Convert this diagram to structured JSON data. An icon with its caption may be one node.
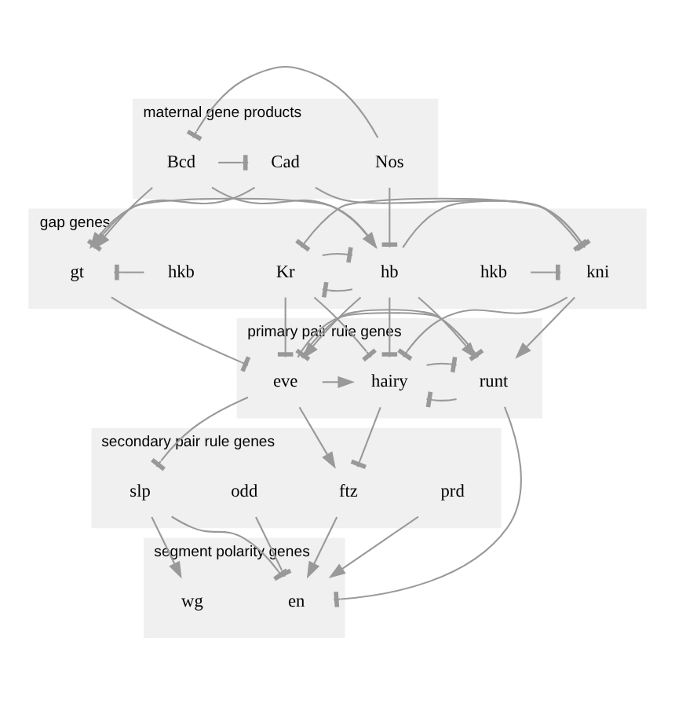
{
  "diagram": {
    "nodes": [
      {
        "text": [
          "maternal gene products"
        ]
      },
      {
        "text": [
          "Cad"
        ],
        "in": 0
      },
      {
        "text": [
          "Bcd"
        ],
        "in": 0
      },
      {
        "text": [
          "Nos"
        ],
        "in": 0
      },
      {
        "text": [
          "gap genes"
        ]
      },
      {
        "text": [
          "hkb"
        ],
        "in": 4
      },
      {
        "text": [
          "gt"
        ],
        "in": 4
      },
      {
        "text": [
          "hb"
        ],
        "in": 4
      },
      {
        "text": [
          "Kr"
        ],
        "in": 4
      },
      {
        "text": [
          "kni"
        ],
        "in": 4
      },
      {
        "text": [
          "hkb"
        ],
        "in": 4
      },
      {
        "text": [
          "primary pair rule genes"
        ]
      },
      {
        "text": [
          "eve"
        ],
        "in": 11
      },
      {
        "text": [
          "runt"
        ],
        "in": 11
      },
      {
        "text": [
          "hairy"
        ],
        "in": 11
      },
      {
        "text": [
          "secondary pair rule genes"
        ]
      },
      {
        "text": [
          "prd"
        ],
        "in": 15
      },
      {
        "text": [
          "slp"
        ],
        "in": 15
      },
      {
        "text": [
          "ftz"
        ],
        "in": 15
      },
      {
        "text": [
          "odd"
        ],
        "in": 15
      },
      {
        "text": [
          "segment polarity genes"
        ]
      },
      {
        "text": [
          "wg"
        ],
        "in": 20
      },
      {
        "text": [
          "en"
        ],
        "in": 20
      }
    ],
    "edges": [
      {
        "from": 2,
        "to": 1,
        "arrow": "other"
      },
      {
        "from": 3,
        "to": 2,
        "arrow": "other"
      },
      {
        "from": 1,
        "to": 6,
        "arrow": "to"
      },
      {
        "from": 1,
        "to": 9,
        "arrow": "other"
      },
      {
        "from": 2,
        "to": 6,
        "arrow": "to"
      },
      {
        "from": 2,
        "to": 7,
        "arrow": "to"
      },
      {
        "from": 3,
        "to": 7,
        "arrow": "other"
      },
      {
        "from": 7,
        "to": 9,
        "arrow": "other"
      },
      {
        "from": 5,
        "to": 6,
        "arrow": "other"
      },
      {
        "from": 7,
        "to": 6,
        "arrow": "other"
      },
      {
        "from": 7,
        "to": 8,
        "arrow": "other"
      },
      {
        "from": 8,
        "to": 7,
        "arrow": "other"
      },
      {
        "from": 9,
        "to": 8,
        "arrow": "other"
      },
      {
        "from": 10,
        "to": 9,
        "arrow": "other"
      },
      {
        "from": 6,
        "to": 12,
        "arrow": "other"
      },
      {
        "from": 7,
        "to": 12,
        "arrow": "to"
      },
      {
        "from": 8,
        "to": 12,
        "arrow": "other"
      },
      {
        "from": 7,
        "to": 13,
        "arrow": "to"
      },
      {
        "from": 7,
        "to": 14,
        "arrow": "other"
      },
      {
        "from": 8,
        "to": 14,
        "arrow": "other"
      },
      {
        "from": 9,
        "to": 13,
        "arrow": "to"
      },
      {
        "from": 9,
        "to": 14,
        "arrow": "other"
      },
      {
        "from": 12,
        "to": 13,
        "arrow": "other"
      },
      {
        "from": 13,
        "to": 12,
        "arrow": "other"
      },
      {
        "from": 13,
        "to": 14,
        "arrow": "other"
      },
      {
        "from": 14,
        "to": 13,
        "arrow": "other"
      },
      {
        "from": 12,
        "to": 14,
        "arrow": "to"
      },
      {
        "from": 12,
        "to": 17,
        "arrow": "other"
      },
      {
        "from": 12,
        "to": 18,
        "arrow": "to"
      },
      {
        "from": 14,
        "to": 18,
        "arrow": "other"
      },
      {
        "from": 13,
        "to": 22,
        "arrow": "other"
      },
      {
        "from": 16,
        "to": 22,
        "arrow": "to"
      },
      {
        "from": 17,
        "to": 21,
        "arrow": "to"
      },
      {
        "from": 17,
        "to": 22,
        "arrow": "other"
      },
      {
        "from": 18,
        "to": 22,
        "arrow": "to"
      },
      {
        "from": 19,
        "to": 22,
        "arrow": "other"
      }
    ]
  }
}
